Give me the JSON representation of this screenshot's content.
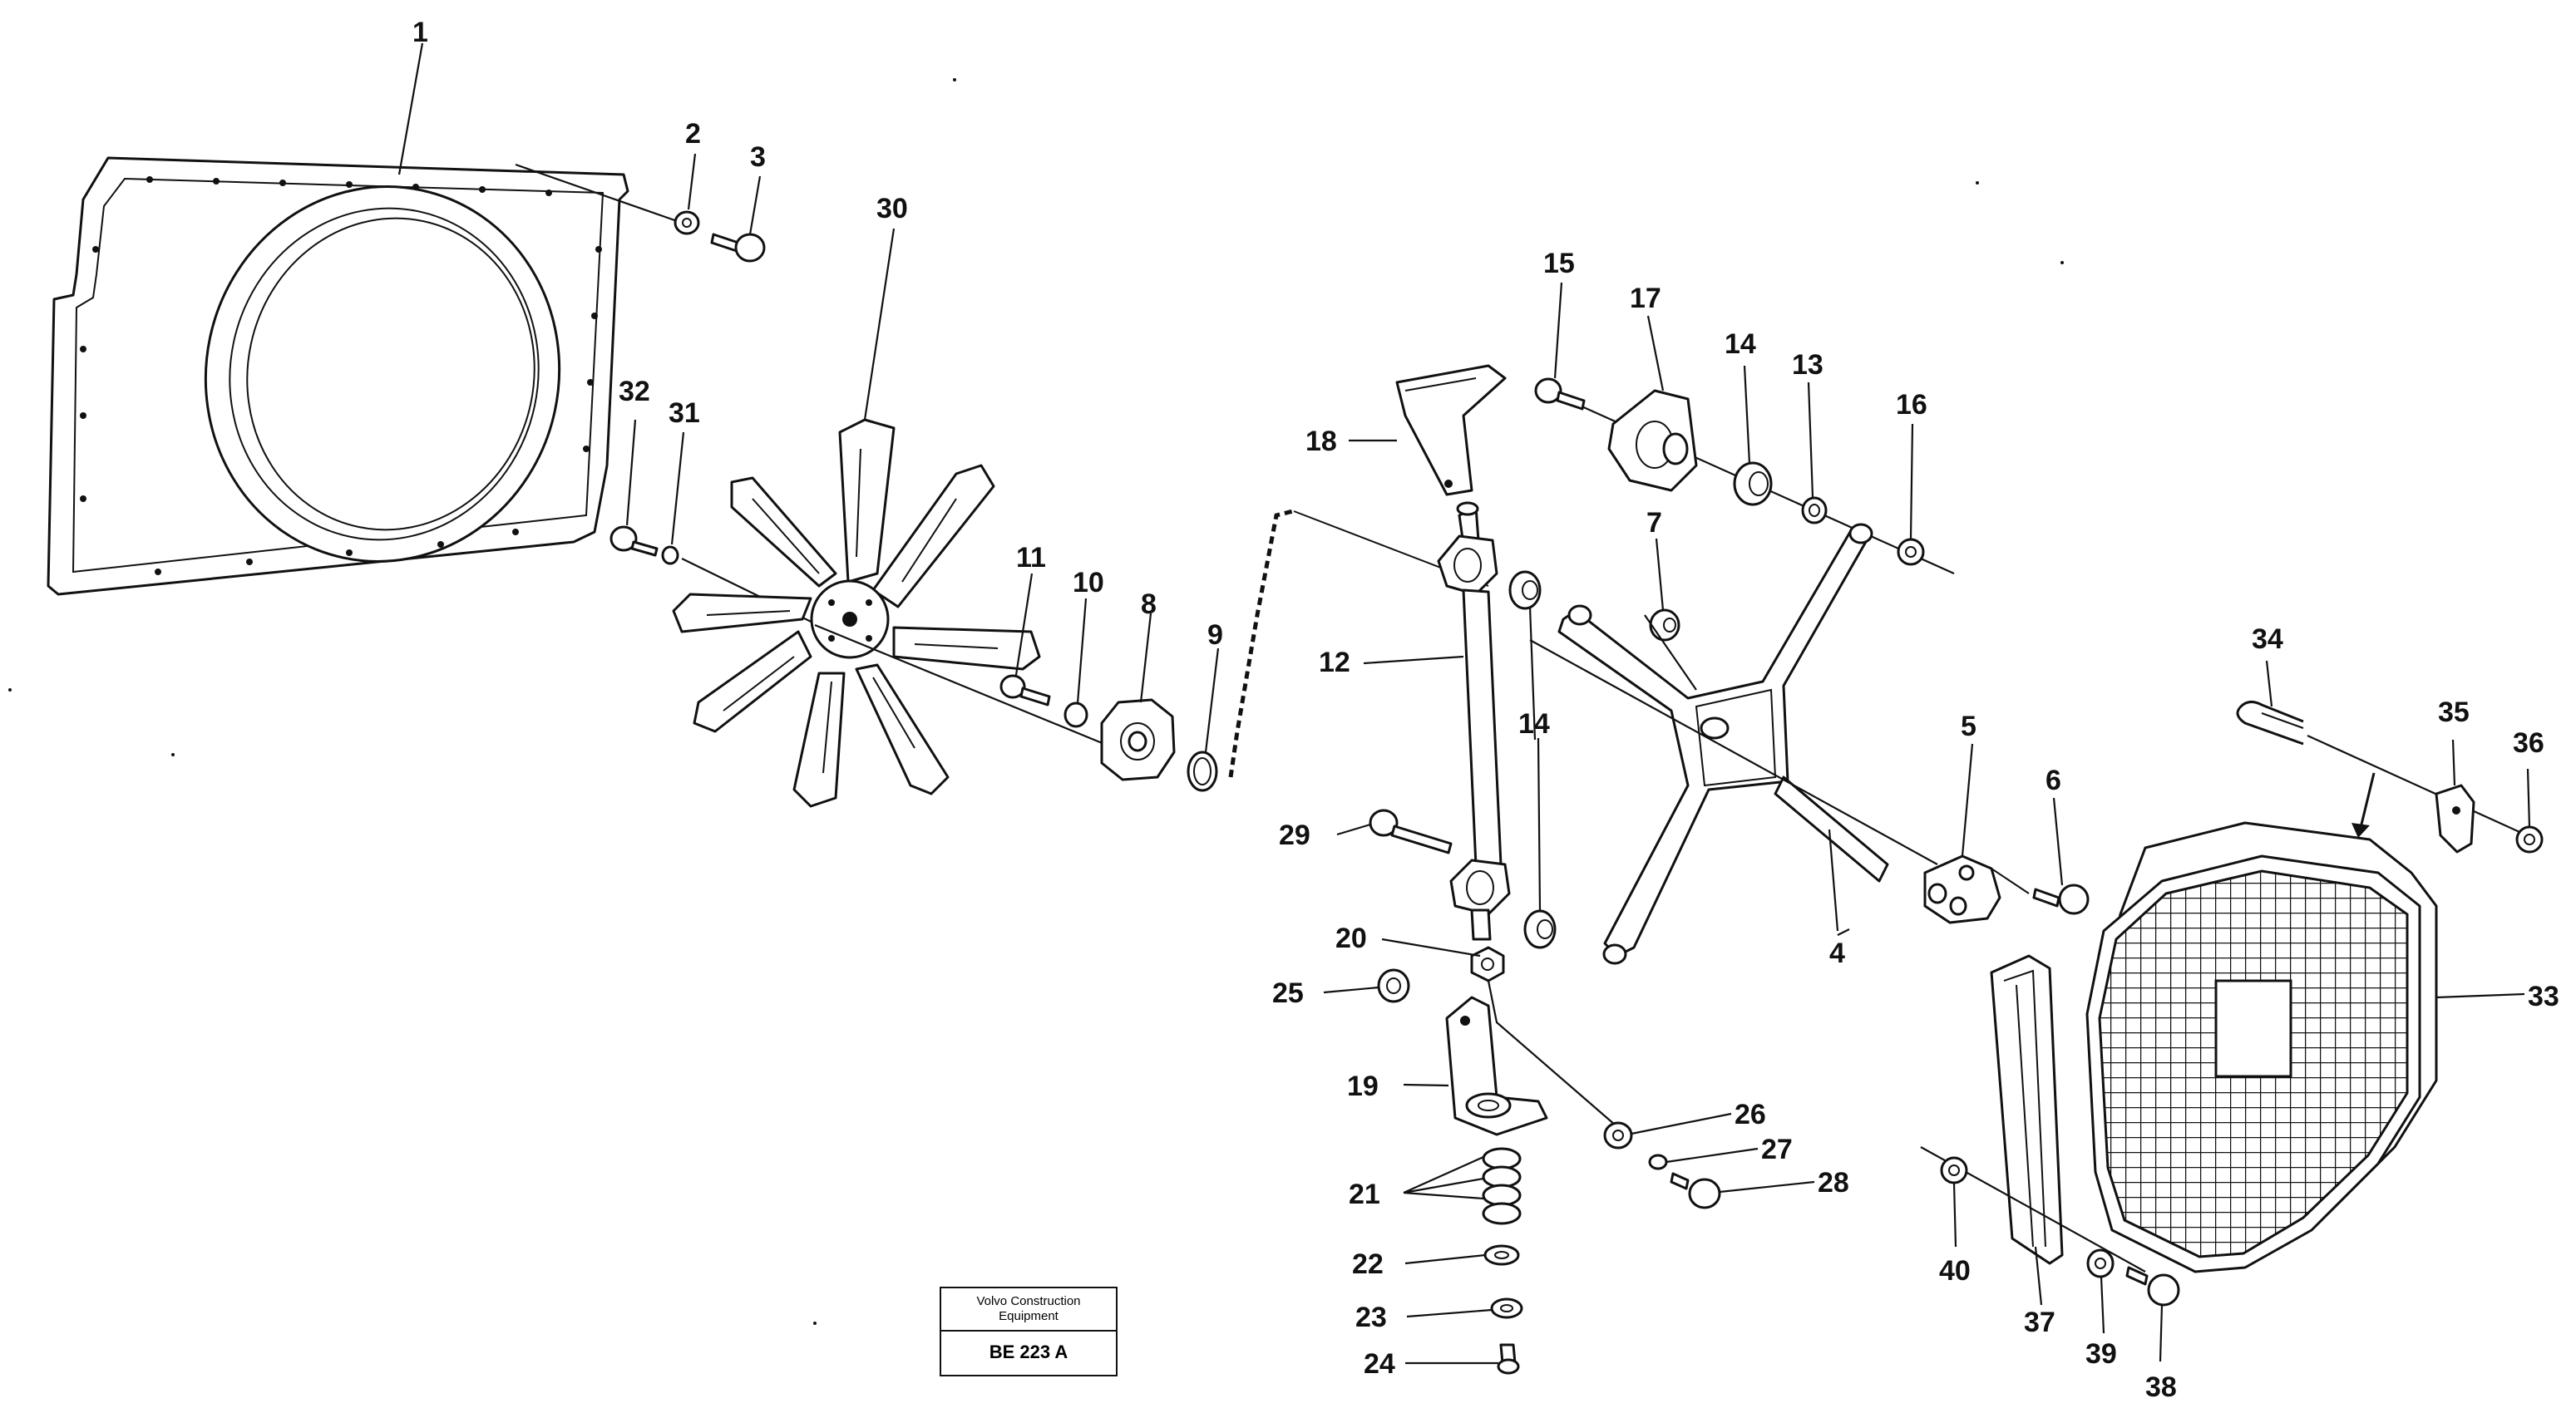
{
  "diagram": {
    "stamp": {
      "line1": "Volvo Construction",
      "line2": "Equipment",
      "code": "BE 223 A"
    },
    "callouts": [
      "1",
      "2",
      "3",
      "4",
      "5",
      "6",
      "7",
      "8",
      "9",
      "10",
      "11",
      "12",
      "13",
      "14",
      "14",
      "15",
      "16",
      "17",
      "18",
      "19",
      "20",
      "21",
      "22",
      "23",
      "24",
      "25",
      "26",
      "27",
      "28",
      "29",
      "30",
      "31",
      "32",
      "33",
      "34",
      "35",
      "36",
      "37",
      "38",
      "39",
      "40"
    ]
  }
}
